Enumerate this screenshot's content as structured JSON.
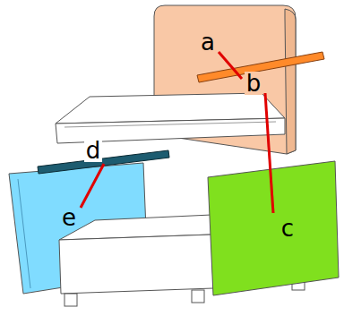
{
  "diagram": {
    "labels": [
      "a",
      "b",
      "c",
      "d",
      "e"
    ]
  }
}
